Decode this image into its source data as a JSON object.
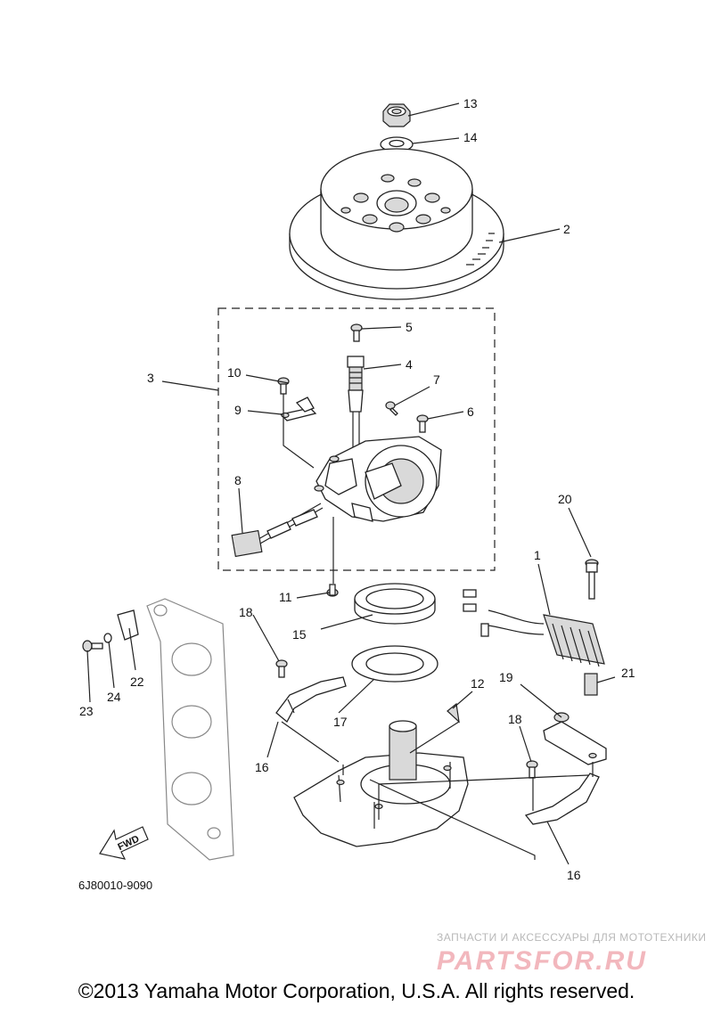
{
  "diagram": {
    "callouts": [
      "13",
      "14",
      "2",
      "5",
      "4",
      "10",
      "7",
      "3",
      "9",
      "6",
      "8",
      "20",
      "1",
      "11",
      "18",
      "15",
      "22",
      "24",
      "23",
      "17",
      "12",
      "19",
      "21",
      "18",
      "16",
      "16"
    ],
    "part_code": "6J80010-9090",
    "fwd_label": "FWD"
  },
  "watermark": {
    "line1": "ЗАПЧАСТИ И АКСЕССУАРЫ ДЛЯ МОТОТЕХНИКИ",
    "line2": "PARTSFOR.RU"
  },
  "footer": {
    "copyright": "©2013 Yamaha Motor Corporation, U.S.A. All rights reserved."
  }
}
